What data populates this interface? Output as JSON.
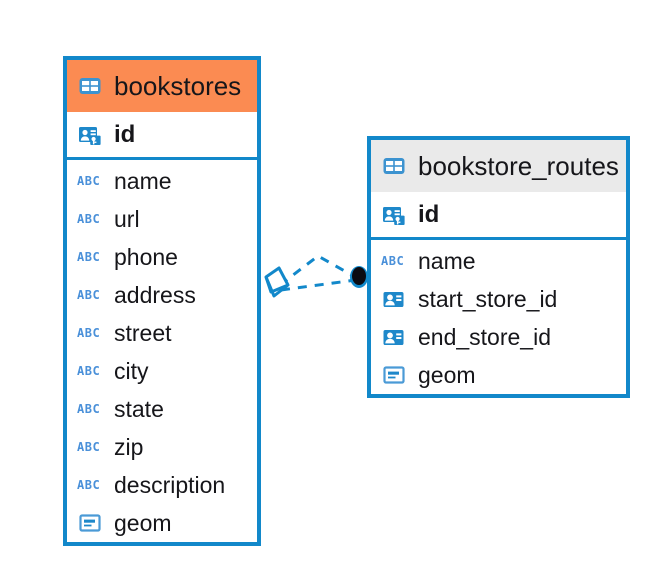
{
  "diagram": {
    "type": "entity-relationship-diagram",
    "background": "#ffffff",
    "colors": {
      "border": "#1288ca",
      "header_highlight": "#fb8b52",
      "header_default": "#eaeaea",
      "icon_blue": "#1e88ca",
      "text": "#16161a",
      "connector": "#1288ca",
      "connector_endpoint": "#000000"
    }
  },
  "entities": [
    {
      "name": "bookstores",
      "header_style": "orange",
      "icon": "table-icon",
      "primary_key": {
        "label": "id",
        "icon": "primary-key-icon"
      },
      "fields": [
        {
          "label": "name",
          "icon": "text-type-icon",
          "type": "ABC"
        },
        {
          "label": "url",
          "icon": "text-type-icon",
          "type": "ABC"
        },
        {
          "label": "phone",
          "icon": "text-type-icon",
          "type": "ABC"
        },
        {
          "label": "address",
          "icon": "text-type-icon",
          "type": "ABC"
        },
        {
          "label": "street",
          "icon": "text-type-icon",
          "type": "ABC"
        },
        {
          "label": "city",
          "icon": "text-type-icon",
          "type": "ABC"
        },
        {
          "label": "state",
          "icon": "text-type-icon",
          "type": "ABC"
        },
        {
          "label": "zip",
          "icon": "text-type-icon",
          "type": "ABC"
        },
        {
          "label": "description",
          "icon": "text-type-icon",
          "type": "ABC"
        },
        {
          "label": "geom",
          "icon": "geometry-type-icon",
          "type": "geometry"
        }
      ]
    },
    {
      "name": "bookstore_routes",
      "header_style": "grey",
      "icon": "table-icon",
      "primary_key": {
        "label": "id",
        "icon": "primary-key-icon"
      },
      "fields": [
        {
          "label": "name",
          "icon": "text-type-icon",
          "type": "ABC"
        },
        {
          "label": "start_store_id",
          "icon": "foreign-key-icon",
          "type": "reference"
        },
        {
          "label": "end_store_id",
          "icon": "foreign-key-icon",
          "type": "reference"
        },
        {
          "label": "geom",
          "icon": "geometry-type-icon",
          "type": "geometry"
        }
      ]
    }
  ],
  "relationship": {
    "source_entity": "bookstores",
    "target_entity": "bookstore_routes",
    "line_style": "dashed",
    "source_marker": "hollow-diamond",
    "target_marker": "filled-circle",
    "edge_count": 2
  },
  "abc_glyph": "ABC"
}
